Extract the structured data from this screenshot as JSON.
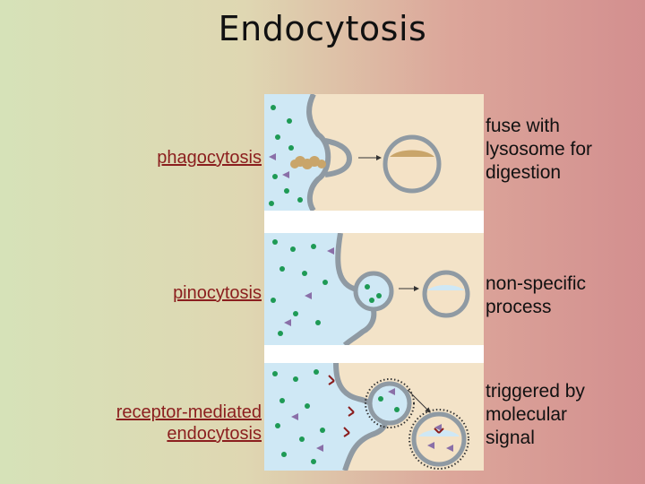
{
  "title": "Endocytosis",
  "processes": [
    {
      "label": "phagocytosis",
      "description": [
        "fuse with",
        "lysosome for",
        "digestion"
      ]
    },
    {
      "label": "pinocytosis",
      "description": [
        "non-specific",
        "process"
      ]
    },
    {
      "label": [
        "receptor-mediated",
        "endocytosis"
      ],
      "description": [
        "triggered by",
        "molecular",
        "signal"
      ]
    }
  ],
  "colors": {
    "extracellular": "#cfe8f5",
    "cytoplasm": "#f3e3c8",
    "membrane": "#8f9aa3",
    "particle": "#1e9a55",
    "triangle": "#8a6fa8",
    "receptor": "#8b1e1e",
    "label": "#8b1e1e"
  }
}
